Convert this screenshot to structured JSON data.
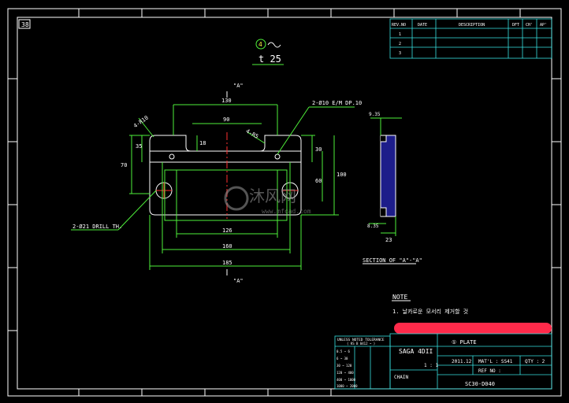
{
  "drawing": {
    "corner_mark": "38",
    "surface_finish": {
      "symbol_number": "4",
      "symbol_wave": "~",
      "thickness": "t 25"
    },
    "section_marks": {
      "top": "\"A\"",
      "bottom": "\"A\""
    },
    "dimensions": {
      "top_width": "130",
      "top_slot": "90",
      "slot_depth": "18",
      "chamfer_left": "4-R10",
      "chamfer_slot": "4-R5",
      "left_upper": "35",
      "left_overall": "70",
      "right_30": "30",
      "right_inner": "60",
      "right_100": "100",
      "hole_note": "2-Ø10 E/M DP.10",
      "drill_note": "2-Ø21 DRILL TH.",
      "bottom_126": "126",
      "bottom_160": "160",
      "bottom_185": "185"
    },
    "section_view": {
      "top_dim": "9.35",
      "bottom_dim": "8.35",
      "width": "23",
      "title": "SECTION OF \"A\"-\"A\""
    },
    "note": {
      "title": "NOTE",
      "line1": "1. 날카로운 모서리 제거할 것"
    },
    "revision_table": {
      "headers": [
        "REV.NO",
        "DATE",
        "DESCRIPTION",
        "DFT",
        "CH'",
        "AP'"
      ],
      "rows": [
        "1",
        "2",
        "3"
      ]
    },
    "tolerance_table": {
      "title": "UNLESS NOTED TOLERANCE",
      "subtitle": "( KS B 0412 ~ )",
      "rows": [
        "0.5 ~ 6",
        "6 ~ 30",
        "30 ~ 120",
        "120 ~ 400",
        "400 ~ 1000",
        "1000 ~ 2000"
      ]
    },
    "title_block": {
      "project": "SAGA 4DII",
      "part_name": "① PLATE",
      "date": "2011.12",
      "material_label": "MAT'L : SS41",
      "qty_label": "QTY : 2",
      "scale": "1 : 1",
      "ref_label": "REF NO :",
      "company_label": "CHAIN",
      "drawing_no": "SC30-D040"
    },
    "watermark": {
      "brand": "沐风网",
      "url": "www.mfcad.com"
    }
  }
}
